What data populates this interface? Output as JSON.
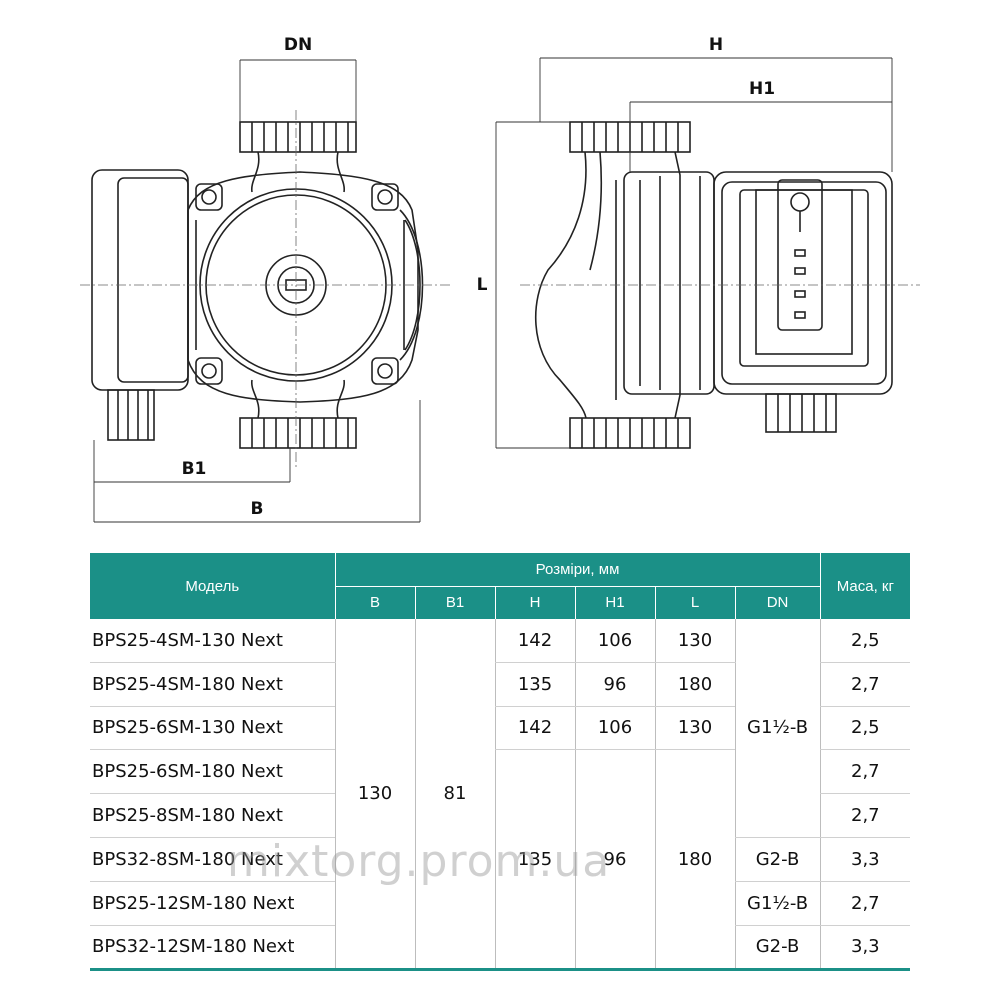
{
  "drawing": {
    "labels": {
      "dn": "DN",
      "b1": "B1",
      "b": "B",
      "h": "H",
      "h1": "H1",
      "l": "L"
    }
  },
  "table": {
    "header_model": "Модель",
    "header_dimensions": "Розміри, мм",
    "header_mass": "Маса, кг",
    "columns": [
      "B",
      "B1",
      "H",
      "H1",
      "L",
      "DN"
    ],
    "rows": [
      {
        "model": "BPS25-4SM-130 Next",
        "mass": "2,5"
      },
      {
        "model": "BPS25-4SM-180 Next",
        "mass": "2,7"
      },
      {
        "model": "BPS25-6SM-130 Next",
        "mass": "2,5"
      },
      {
        "model": "BPS25-6SM-180 Next",
        "mass": "2,7"
      },
      {
        "model": "BPS25-8SM-180 Next",
        "mass": "2,7"
      },
      {
        "model": "BPS32-8SM-180 Next",
        "mass": "3,3"
      },
      {
        "model": "BPS25-12SM-180 Next",
        "mass": "2,7"
      },
      {
        "model": "BPS32-12SM-180 Next",
        "mass": "3,3"
      }
    ],
    "merged": {
      "b": "130",
      "b1": "81",
      "h_r1": "142",
      "h1_r1": "106",
      "l_r1": "130",
      "h_r2": "135",
      "h1_r2": "96",
      "l_r2": "180",
      "h_r3": "142",
      "h1_r3": "106",
      "l_r3": "130",
      "h_r4_8": "135",
      "h1_r4_8": "96",
      "l_r4_8": "180",
      "dn_r1_5": "G1½-B",
      "dn_r6": "G2-B",
      "dn_r7": "G1½-B",
      "dn_r8": "G2-B"
    }
  },
  "watermark": "mixtorg.prom.ua",
  "colors": {
    "header_bg": "#1b9087",
    "line": "#222222"
  }
}
